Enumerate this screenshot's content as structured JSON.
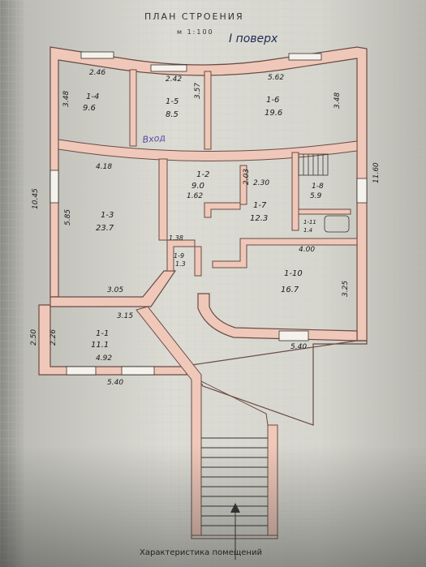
{
  "header": {
    "title": "ПЛАН СТРОЕНИЯ",
    "scale": "м 1:100",
    "floor": "I поверх"
  },
  "rooms": [
    {
      "id": "1-4",
      "area": "9.6"
    },
    {
      "id": "1-5",
      "area": "8.5"
    },
    {
      "id": "1-6",
      "area": "19.6"
    },
    {
      "id": "1-2",
      "area": "9.0"
    },
    {
      "id": "1-3",
      "area": "23.7"
    },
    {
      "id": "1-7",
      "area": "12.3"
    },
    {
      "id": "1-8",
      "area": "5.9"
    },
    {
      "id": "1-9",
      "area": "1.3"
    },
    {
      "id": "1-10",
      "area": "16.7"
    },
    {
      "id": "1-1",
      "area": "11.1"
    },
    {
      "id": "1-11",
      "area": "1.4"
    }
  ],
  "dimensions": {
    "top_left": "2.46",
    "top_mid": "2.42",
    "top_right": "5.62",
    "left_top": "3.48",
    "room4_wall": "3.57",
    "right_top": "3.48",
    "right_total": "11.60",
    "left_total": "10.45",
    "r3_top": "4.18",
    "r3_side": "5.85",
    "r7_top": "2.30",
    "r7_side": "2.03",
    "r2_inner": "1.62",
    "r9_top": "1.38",
    "r10_top": "4.00",
    "r10_side": "3.25",
    "r3_bottom": "3.05",
    "r1_top": "3.15",
    "r1_side_outer": "2.50",
    "r1_side_inner": "2.26",
    "r1_inner_bottom": "4.92",
    "r1_bottom": "5.40",
    "r10_bottom": "5.40"
  },
  "annotations": {
    "handwritten": "Вход"
  },
  "footer": {
    "label": "Характеристика помещений"
  }
}
